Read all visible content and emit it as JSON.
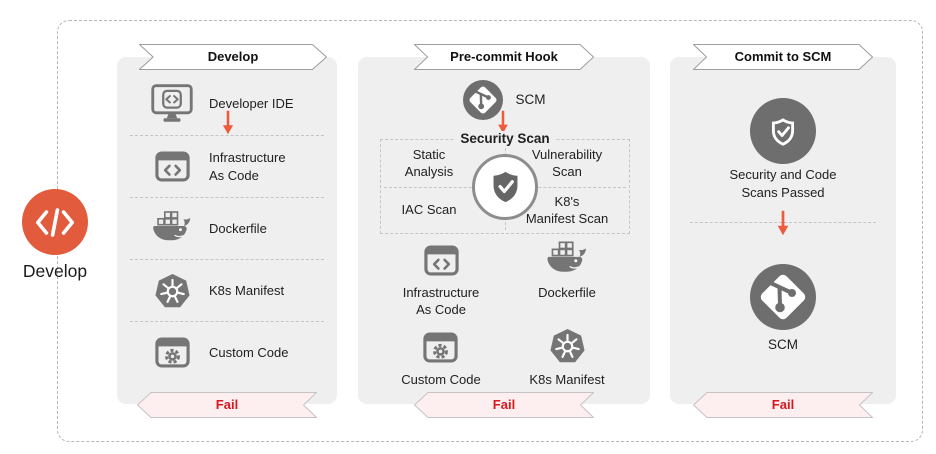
{
  "diagram": {
    "develop_node": {
      "label": "Develop",
      "icon": "code-icon"
    },
    "panels": [
      {
        "banner": "Develop",
        "items": [
          {
            "icon": "monitor-code-icon",
            "label": "Developer IDE"
          },
          {
            "icon": "window-code-icon",
            "label": "Infrastructure\nAs Code"
          },
          {
            "icon": "docker-whale-icon",
            "label": "Dockerfile"
          },
          {
            "icon": "kubernetes-icon",
            "label": "K8s Manifest"
          },
          {
            "icon": "window-gear-icon",
            "label": "Custom Code"
          }
        ],
        "fail": "Fail"
      },
      {
        "banner": "Pre-commit Hook",
        "scm": "SCM",
        "scm_icon": "git-branch-icon",
        "security_scan": {
          "title": "Security Scan",
          "icon": "shield-check-icon",
          "quadrants": [
            {
              "label": "Static\nAnalysis"
            },
            {
              "label": "Vulnerability\nScan"
            },
            {
              "label": "IAC Scan"
            },
            {
              "label": "K8's\nManifest Scan"
            }
          ]
        },
        "artifacts": [
          {
            "icon": "window-code-icon",
            "label": "Infrastructure\nAs Code"
          },
          {
            "icon": "docker-whale-icon",
            "label": "Dockerfile"
          },
          {
            "icon": "window-gear-icon",
            "label": "Custom Code"
          },
          {
            "icon": "kubernetes-icon",
            "label": "K8s Manifest"
          }
        ],
        "fail": "Fail"
      },
      {
        "banner": "Commit to SCM",
        "passed_icon": "shield-check-icon",
        "passed": "Security and Code\nScans Passed",
        "scm": "SCM",
        "scm_icon": "git-branch-icon",
        "fail": "Fail"
      }
    ],
    "colors": {
      "accent_orange": "#e35b3d",
      "arrow_red": "#ee5b3c",
      "fail_text": "#d7181f",
      "fail_bg": "#fdeef0",
      "icon_gray": "#757575",
      "node_gray": "#6e6e6e",
      "panel_bg": "#efefef"
    }
  }
}
